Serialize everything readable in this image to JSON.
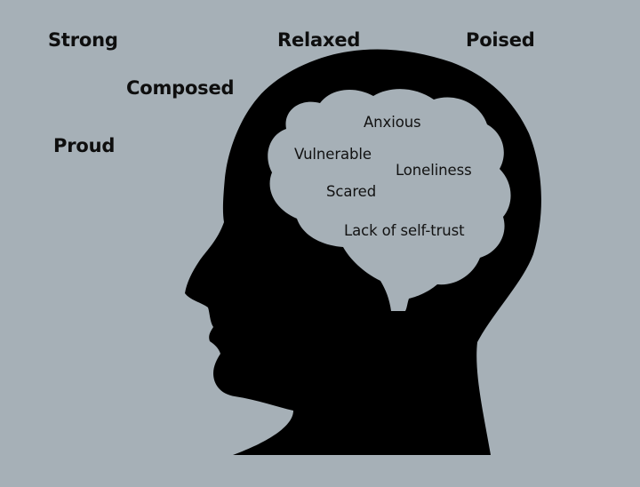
{
  "colors": {
    "background": "#a6b0b7",
    "head_silhouette": "#000000",
    "brain_fill": "#a6b0b7",
    "text": "#121212"
  },
  "outer_words": {
    "strong": "Strong",
    "relaxed": "Relaxed",
    "poised": "Poised",
    "composed": "Composed",
    "proud": "Proud"
  },
  "brain_words": {
    "anxious": "Anxious",
    "vulnerable": "Vulnerable",
    "loneliness": "Loneliness",
    "scared": "Scared",
    "lack_of_self_trust": "Lack of self-trust"
  }
}
